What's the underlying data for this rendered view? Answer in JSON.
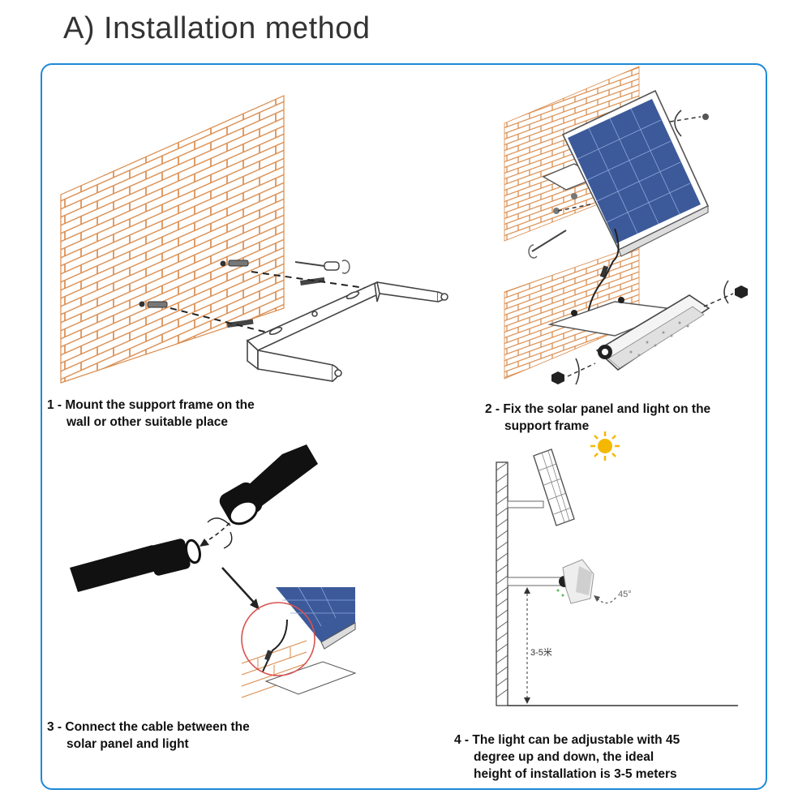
{
  "title": "A)  Installation method",
  "steps": [
    {
      "line1": "1 - Mount the support frame on the",
      "line2": "wall or other suitable place"
    },
    {
      "line1": "2 - Fix the solar panel and light on the",
      "line2": "support frame"
    },
    {
      "line1": "3 - Connect the cable between the",
      "line2": "solar panel and light"
    },
    {
      "line1": "4 - The light can be adjustable with 45",
      "line2": "degree up and down, the ideal",
      "line3": "height of installation is 3-5 meters"
    }
  ],
  "diagram4": {
    "angle_label": "45°",
    "height_label": "3-5米"
  },
  "colors": {
    "border": "#1e8ad6",
    "brick": "#d98a4a",
    "panel": "#3c5a9a",
    "circle": "#d9534f",
    "sun": "#f5b800"
  }
}
